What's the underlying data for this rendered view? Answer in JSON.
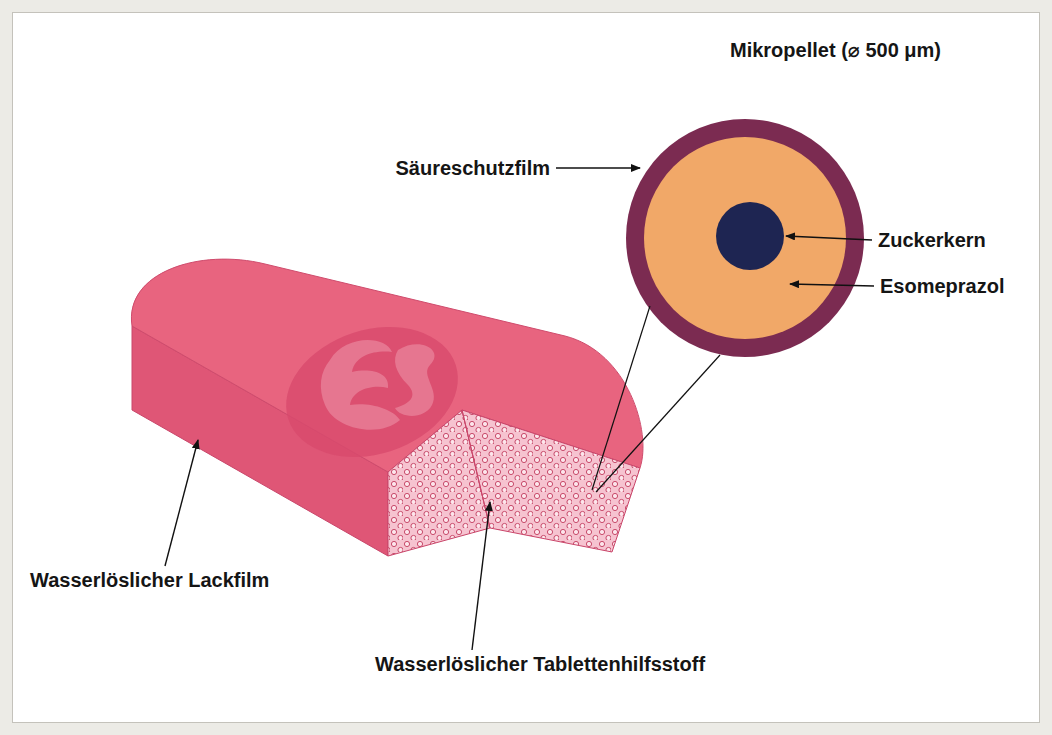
{
  "diagram": {
    "labels": [
      "Mikropellet (⌀ 500 μm)",
      "Säureschutzfilm",
      "Zuckerkern",
      "Esomeprazol",
      "Wasserlöslicher Lackfilm",
      "Wasserlöslicher Tablettenhilfsstoff"
    ]
  }
}
